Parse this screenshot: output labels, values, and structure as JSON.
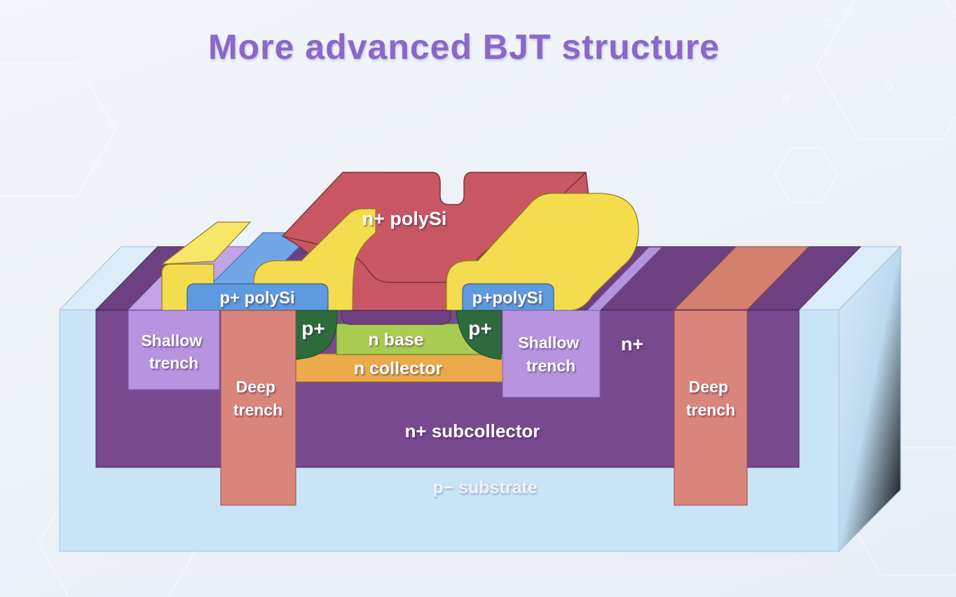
{
  "title": "More advanced BJT structure",
  "labels": {
    "n_polysi": "n+ polySi",
    "p_polysi_left": "p+ polySi",
    "p_polysi_right": "p+polySi",
    "p_plus": "p+",
    "n_base": "n base",
    "n_collector": "n collector",
    "shallow_trench": {
      "line1": "Shallow",
      "line2": "trench"
    },
    "deep_trench": {
      "line1": "Deep",
      "line2": "trench"
    },
    "n_plus": "n+",
    "subcollector": "n+ subcollector",
    "substrate": "p− substrate"
  },
  "colors": {
    "title_purple": "#8a68c8",
    "emitter_red": "#c85763",
    "oxide_yellow": "#f3dd4e",
    "polysi_blue": "#5f9ade",
    "p_plus_green": "#2d6b3d",
    "n_base_green": "#a8cc52",
    "n_collector_orange": "#edaa4a",
    "epi_purple": "#77498e",
    "shallow_trench_lavender": "#b894e0",
    "deep_trench_salmon": "#d9857b",
    "substrate_blue": "#c9e3f7"
  }
}
